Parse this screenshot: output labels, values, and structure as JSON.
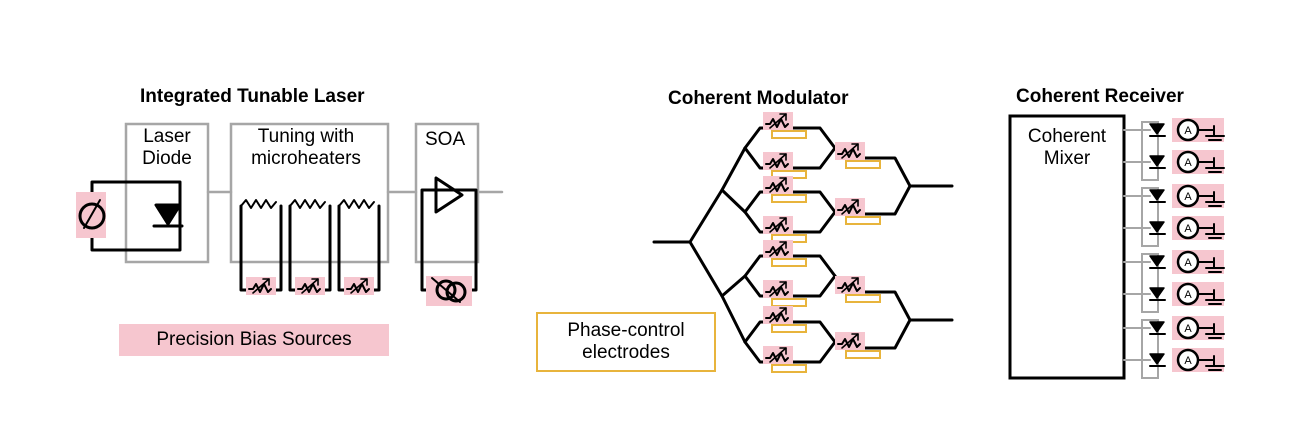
{
  "laser": {
    "title": "Integrated Tunable Laser",
    "diode_label": [
      "Laser",
      "Diode"
    ],
    "tuning_label": [
      "Tuning with",
      "microheaters"
    ],
    "soa_label": "SOA",
    "bias_label": "Precision Bias Sources"
  },
  "modulator": {
    "title": "Coherent Modulator",
    "legend_label": [
      "Phase-control",
      "electrodes"
    ]
  },
  "receiver": {
    "title": "Coherent Receiver",
    "mixer_label": [
      "Coherent",
      "Mixer"
    ]
  },
  "colors": {
    "line": "#000000",
    "box_gray": "#a6a6a6",
    "highlight_pink": "#f6c6cf",
    "electrode_gold": "#e8b43c"
  }
}
